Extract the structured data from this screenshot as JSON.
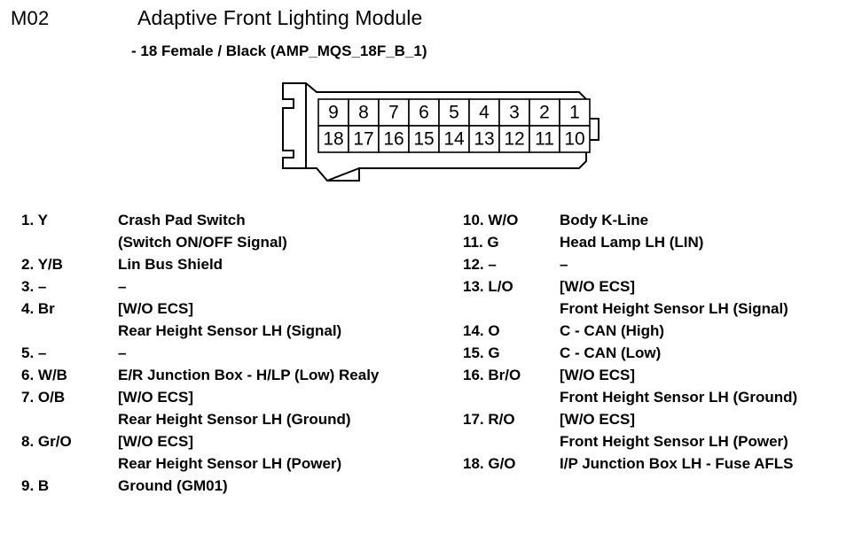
{
  "header": {
    "module_code": "M02",
    "title": "Adaptive Front Lighting Module",
    "subtitle": "- 18 Female / Black (AMP_MQS_18F_B_1)"
  },
  "connector": {
    "name": "AMP_MQS_18F_B_1",
    "cavity_count": 18,
    "columns": 9,
    "rows": 2,
    "top_row": [
      "9",
      "8",
      "7",
      "6",
      "5",
      "4",
      "3",
      "2",
      "1"
    ],
    "bottom_row": [
      "18",
      "17",
      "16",
      "15",
      "14",
      "13",
      "12",
      "11",
      "10"
    ],
    "outline_color": "#000000",
    "fill_color": "#ffffff"
  },
  "pins": {
    "left_column": [
      {
        "id": "1. Y",
        "lines": [
          "Crash Pad Switch",
          "(Switch ON/OFF Signal)"
        ]
      },
      {
        "id": "2. Y/B",
        "lines": [
          "Lin Bus Shield"
        ]
      },
      {
        "id": "3. –",
        "lines": [
          "–"
        ]
      },
      {
        "id": "4. Br",
        "lines": [
          "[W/O ECS]",
          "Rear Height Sensor LH (Signal)"
        ]
      },
      {
        "id": "5. –",
        "lines": [
          "–"
        ]
      },
      {
        "id": "6. W/B",
        "lines": [
          "E/R Junction Box - H/LP (Low) Realy"
        ]
      },
      {
        "id": "7. O/B",
        "lines": [
          "[W/O ECS]",
          "Rear Height Sensor LH (Ground)"
        ]
      },
      {
        "id": "8. Gr/O",
        "lines": [
          "[W/O ECS]",
          "Rear Height Sensor LH (Power)"
        ]
      },
      {
        "id": "9. B",
        "lines": [
          "Ground (GM01)"
        ]
      }
    ],
    "right_column": [
      {
        "id": "10. W/O",
        "lines": [
          "Body K-Line"
        ]
      },
      {
        "id": "11. G",
        "lines": [
          "Head Lamp LH (LIN)"
        ]
      },
      {
        "id": "12. –",
        "lines": [
          "–"
        ]
      },
      {
        "id": "13. L/O",
        "lines": [
          "[W/O ECS]",
          "Front Height Sensor LH (Signal)"
        ]
      },
      {
        "id": "14. O",
        "lines": [
          "C - CAN (High)"
        ]
      },
      {
        "id": "15. G",
        "lines": [
          "C - CAN (Low)"
        ]
      },
      {
        "id": "16. Br/O",
        "lines": [
          "[W/O ECS]",
          "Front Height Sensor LH (Ground)"
        ]
      },
      {
        "id": "17. R/O",
        "lines": [
          "[W/O ECS]",
          "Front Height Sensor LH (Power)"
        ]
      },
      {
        "id": "18. G/O",
        "lines": [
          "I/P Junction Box LH - Fuse AFLS"
        ]
      }
    ]
  }
}
